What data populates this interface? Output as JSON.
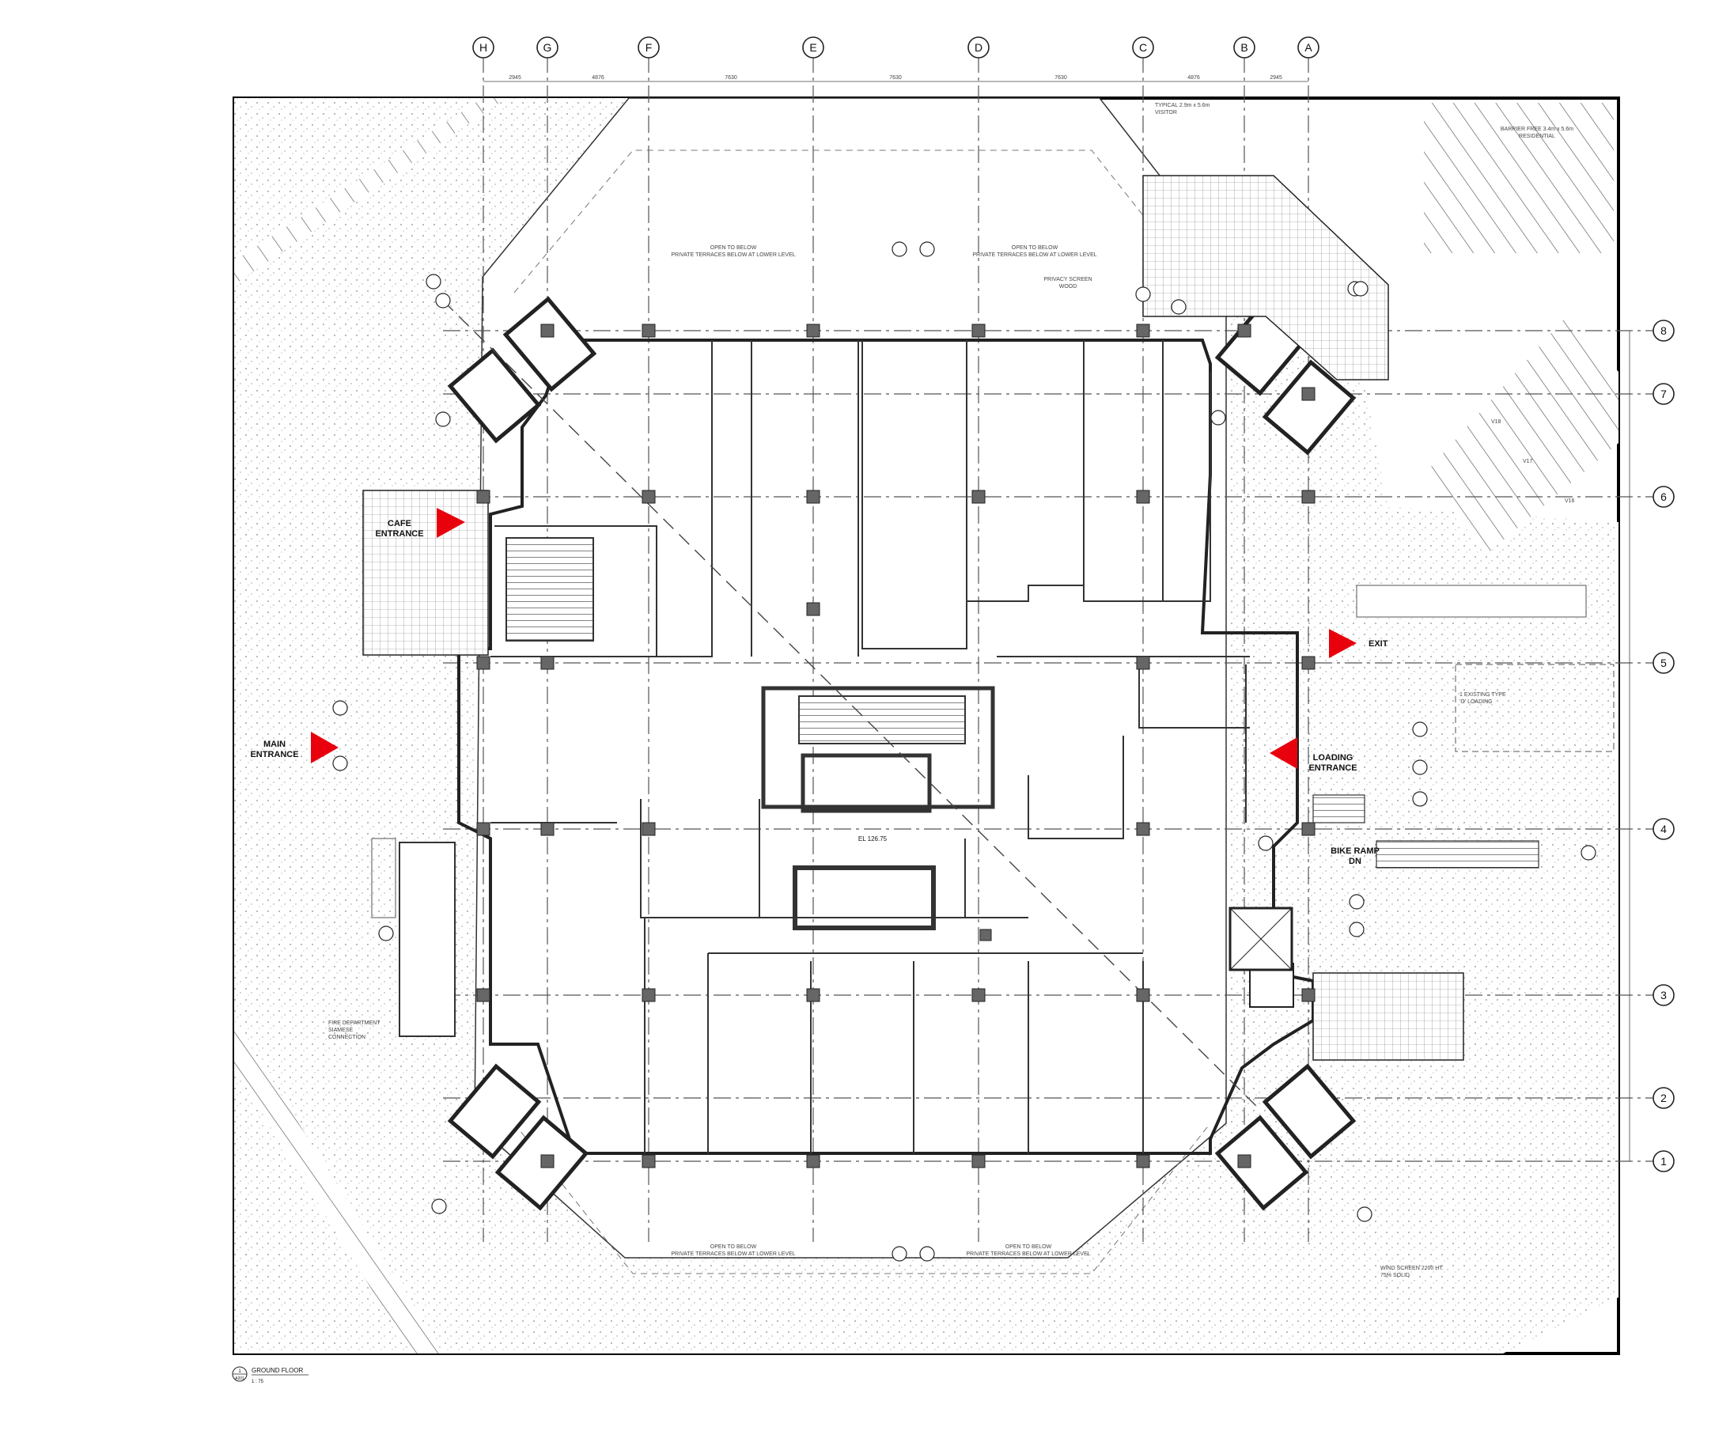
{
  "drawing": {
    "title_number": "1",
    "title_sheet": "A201",
    "title": "GROUND FLOOR",
    "scale": "1 : 75"
  },
  "grid_columns": [
    "H",
    "G",
    "F",
    "E",
    "D",
    "C",
    "B",
    "A"
  ],
  "grid_rows": [
    "8",
    "7",
    "6",
    "5",
    "4",
    "3",
    "2",
    "1"
  ],
  "column_spacings": [
    "2945",
    "4876",
    "7630",
    "7630",
    "7630",
    "4876",
    "2945"
  ],
  "entrances": {
    "cafe": [
      "CAFE",
      "ENTRANCE"
    ],
    "main": [
      "MAIN",
      "ENTRANCE"
    ],
    "exit": "EXIT",
    "loading": [
      "LOADING",
      "ENTRANCE"
    ],
    "bike": [
      "BIKE RAMP",
      "DN"
    ]
  },
  "notes": {
    "open_below_top_left": [
      "OPEN TO BELOW",
      "PRIVATE TERRACES BELOW AT LOWER LEVEL"
    ],
    "open_below_top_right": [
      "OPEN TO BELOW",
      "PRIVATE TERRACES BELOW AT LOWER LEVEL"
    ],
    "open_below_bottom_left": [
      "OPEN TO BELOW",
      "PRIVATE TERRACES BELOW AT LOWER LEVEL"
    ],
    "open_below_bottom_right": [
      "OPEN TO BELOW",
      "PRIVATE TERRACES BELOW AT LOWER LEVEL"
    ],
    "privacy_screen": [
      "PRIVACY SCREEN",
      "WOOD"
    ],
    "elevation": "EL 126.75",
    "fire_connection": [
      "FIRE DEPARTMENT",
      "SIAMESE",
      "CONNECTION"
    ],
    "loading_type": [
      "1 EXISTING TYPE",
      "'G' LOADING"
    ],
    "wind_screen": [
      "WIND SCREEN 2200 HT.",
      "75% SOLID"
    ]
  },
  "parking": {
    "visitor_top": [
      "TYPICAL 2.9m x 5.6m",
      "VISITOR"
    ],
    "barrier_free": [
      "BARRIER FREE 3.4m x 5.6m",
      "RESIDENTIAL"
    ],
    "right_stalls": [
      "V18",
      "V17",
      "V16"
    ]
  }
}
